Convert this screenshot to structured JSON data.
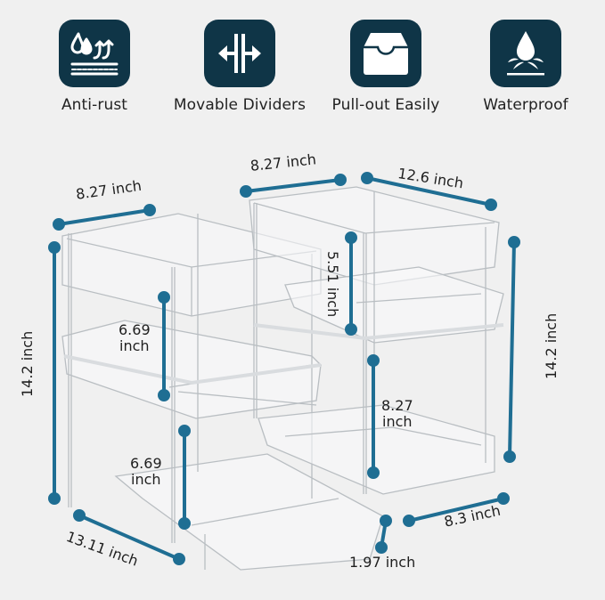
{
  "colors": {
    "background": "#f0f0f0",
    "icon_tile": "#0f3547",
    "icon_glyph": "#ffffff",
    "dimension_line": "#1f6e93",
    "text": "#1f1f1f",
    "product_outline": "#b9bec2"
  },
  "features": [
    {
      "icon": "anti-rust-icon",
      "label": "Anti-rust"
    },
    {
      "icon": "movable-dividers-icon",
      "label": "Movable Dividers"
    },
    {
      "icon": "pull-out-drawer-icon",
      "label": "Pull-out Easily"
    },
    {
      "icon": "water-drop-splash-icon",
      "label": "Waterproof"
    }
  ],
  "dimensions": {
    "left_unit_depth": "8.27 inch",
    "right_unit_depth": "8.27 inch",
    "right_unit_width": "12.6 inch",
    "left_unit_height": "14.2 inch",
    "right_unit_height": "14.2 inch",
    "right_top_drawer_height": "5.51 inch",
    "left_top_drawer_height_value": "6.69",
    "left_top_drawer_height_unit": "inch",
    "left_bottom_drawer_height_value": "6.69",
    "left_bottom_drawer_height_unit": "inch",
    "right_bottom_drawer_height_value": "8.27",
    "right_bottom_drawer_height_unit": "inch",
    "left_unit_width": "13.11 inch",
    "right_unit_bottom_depth": "8.3 inch",
    "foot_height": "1.97 inch"
  }
}
